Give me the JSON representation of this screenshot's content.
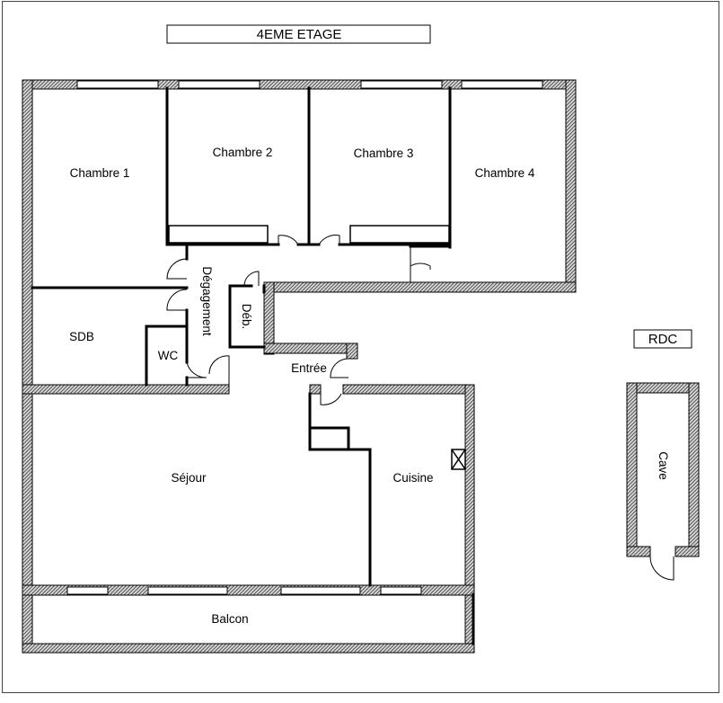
{
  "floor_title": "4EME ETAGE",
  "annex_title": "RDC",
  "rooms": {
    "chambre1": "Chambre 1",
    "chambre2": "Chambre 2",
    "chambre3": "Chambre 3",
    "chambre4": "Chambre 4",
    "degagement": "Dégagement",
    "debarras": "Déb.",
    "sdb": "SDB",
    "wc": "WC",
    "entree": "Entrée",
    "sejour": "Séjour",
    "cuisine": "Cuisine",
    "balcon": "Balcon",
    "cave": "Cave"
  },
  "colors": {
    "wall_hatch_dark": "#555555",
    "wall_hatch_light": "#dcdcdc",
    "line": "#000000",
    "background": "#ffffff"
  }
}
